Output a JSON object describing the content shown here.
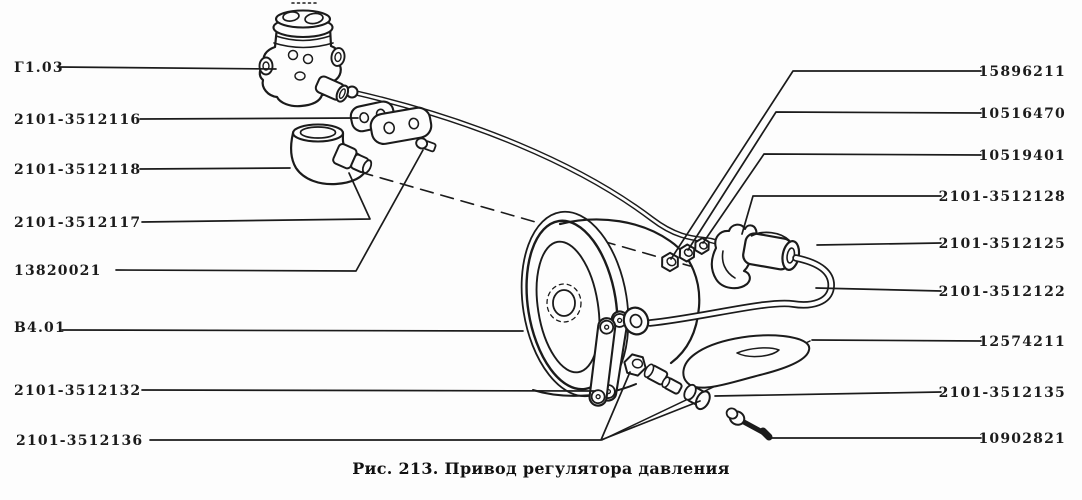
{
  "figure": {
    "caption": "Рис. 213. Привод регулятора давления"
  },
  "colors": {
    "ink": "#1b1b1b",
    "paper": "#fdfdfd"
  },
  "callouts": {
    "left": [
      {
        "label": "Г1.03"
      },
      {
        "label": "2101-3512116"
      },
      {
        "label": "2101-3512118"
      },
      {
        "label": "2101-3512117"
      },
      {
        "label": "13820021"
      },
      {
        "label": "В4.01"
      },
      {
        "label": "2101-3512132"
      },
      {
        "label": "2101-3512136"
      }
    ],
    "right": [
      {
        "label": "15896211"
      },
      {
        "label": "10516470"
      },
      {
        "label": "10519401"
      },
      {
        "label": "2101-3512128"
      },
      {
        "label": "2101-3512125"
      },
      {
        "label": "2101-3512122"
      },
      {
        "label": "12574211"
      },
      {
        "label": "2101-3512135"
      },
      {
        "label": "10902821"
      }
    ]
  }
}
